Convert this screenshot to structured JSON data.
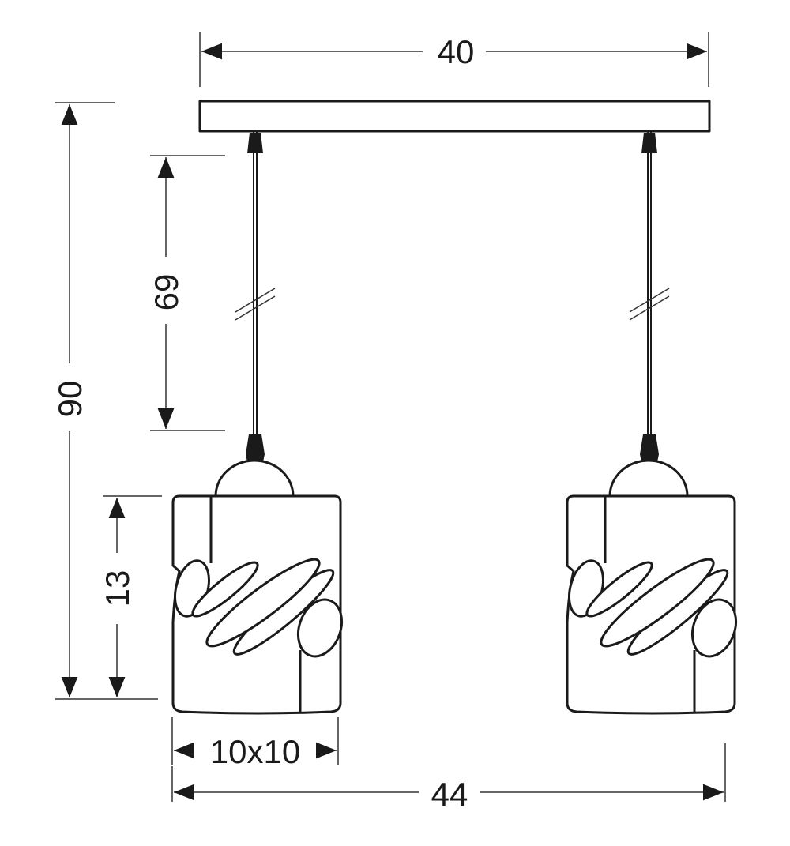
{
  "dimensions": {
    "canopy_width": "40",
    "total_height": "90",
    "cable_length": "69",
    "shade_height": "13",
    "shade_base": "10x10",
    "total_width": "44"
  },
  "colors": {
    "line": "#1a1a1a",
    "background": "#ffffff"
  }
}
